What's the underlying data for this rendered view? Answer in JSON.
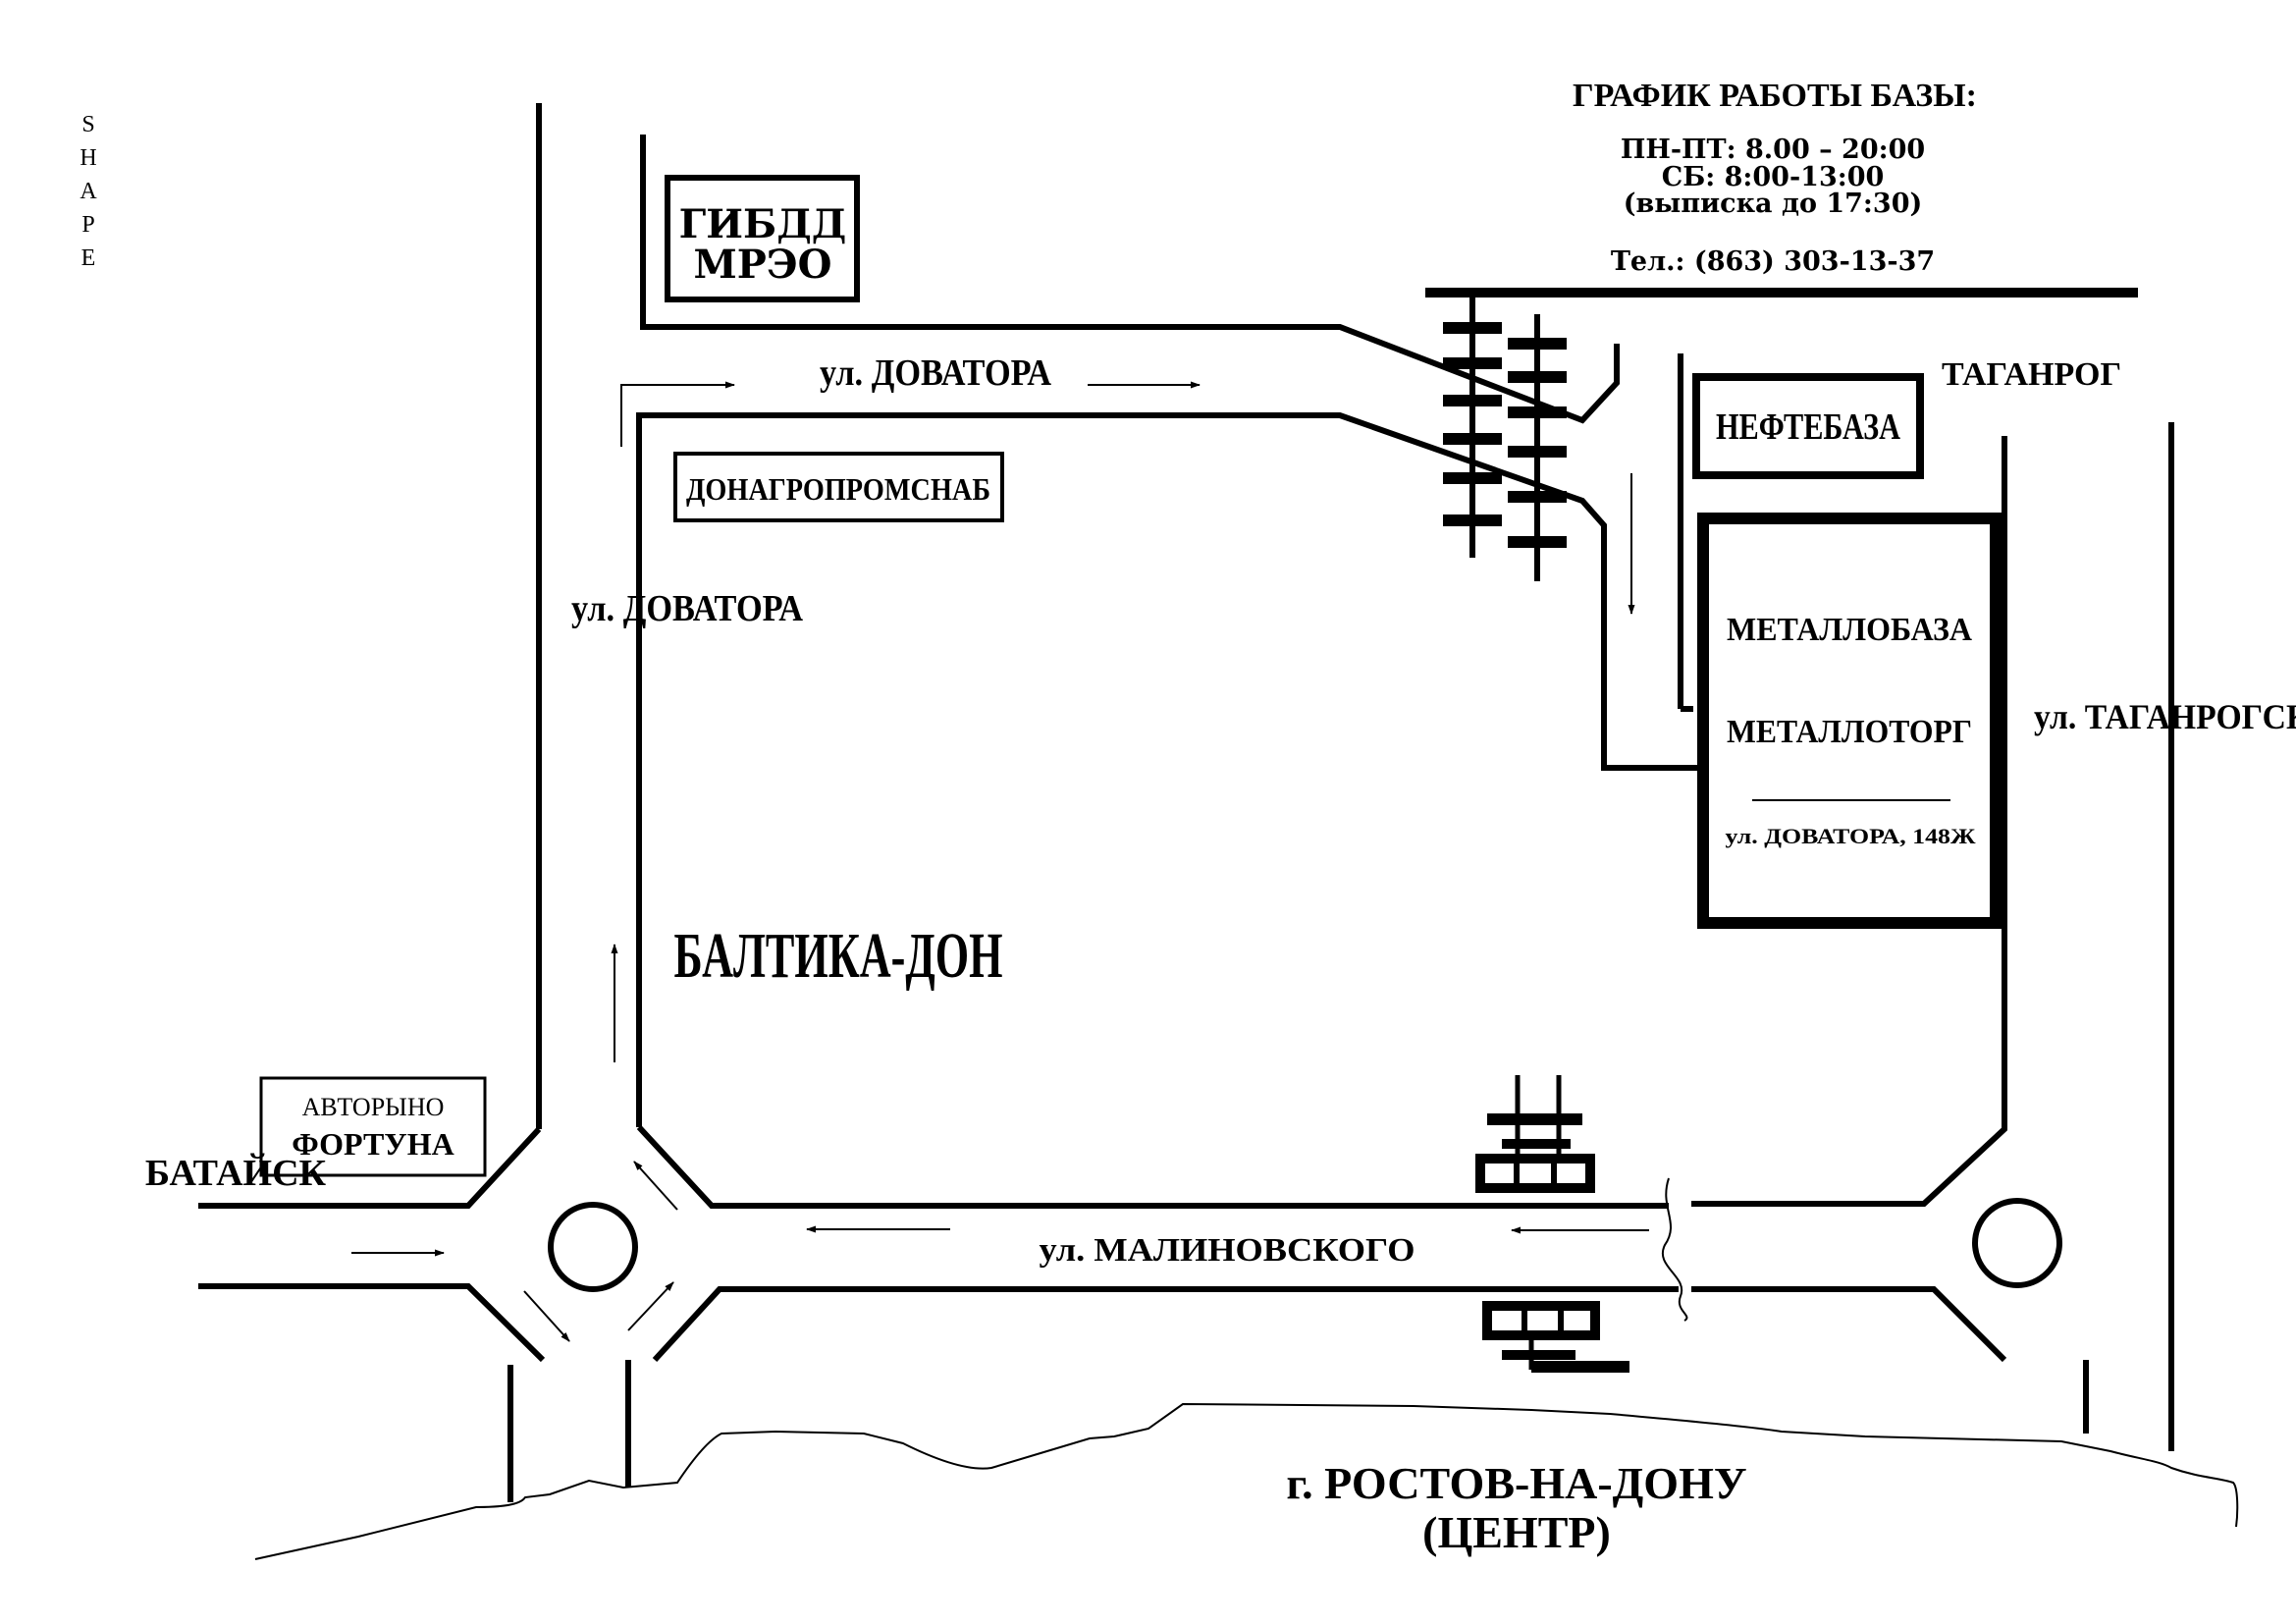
{
  "side_label": [
    "S",
    "H",
    "A",
    "P",
    "E"
  ],
  "schedule": {
    "title": "ГРАФИК РАБОТЫ БАЗЫ:",
    "weekdays": "ПН-ПТ: 8.00 – 20:00",
    "saturday": "СБ: 8:00-13:00",
    "note": "(выписка до 17:30)",
    "phone": "Тел.: (863) 303-13-37"
  },
  "buildings": {
    "gibdd_line1": "ГИБДД",
    "gibdd_line2": "МРЭО",
    "donagro": "ДОНАГРОПРОМСНАБ",
    "neftebaza": "НЕФТЕБАЗА",
    "metallobaza": "МЕТАЛЛОБАЗА",
    "metallotorg": "МЕТАЛЛОТОРГ",
    "address": "ул. ДОВАТОРА, 148Ж",
    "avtorynok_line1": "АВТОРЫНО",
    "avtorynok_line2": "ФОРТУНА"
  },
  "labels": {
    "dovatora_top": "ул. ДОВАТОРА",
    "dovatora_left": "ул. ДОВАТОРА",
    "taganrog": "ТАГАНРОГ",
    "taganrogskaya": "ул. ТАГАНРОГСКАЯ",
    "baltika": "БАЛТИКА-ДОН",
    "bataysk": "БАТАЙСК",
    "malinovskogo": "ул. МАЛИНОВСКОГО",
    "rostov_line1": "г. РОСТОВ-НА-ДОНУ",
    "rostov_line2": "(ЦЕНТР)"
  }
}
